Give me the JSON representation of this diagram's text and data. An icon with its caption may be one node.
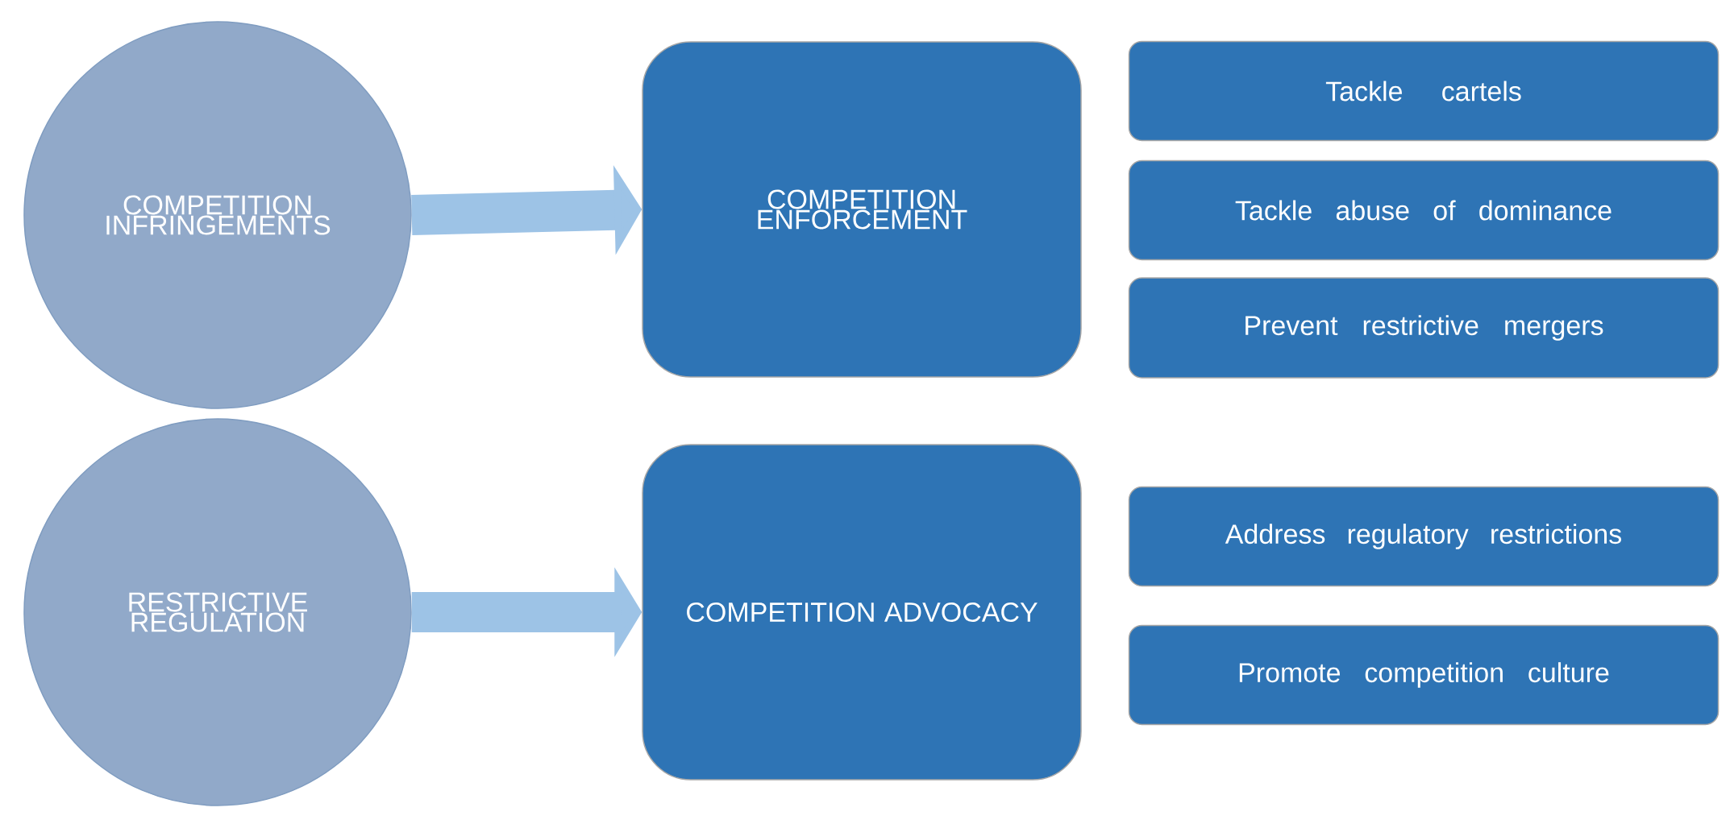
{
  "diagram": {
    "nodes": [
      {
        "text": [
          "COMPETITION INFRINGEMENTS"
        ]
      },
      {
        "text": [
          "COMPETITION ENFORCEMENT"
        ]
      },
      {
        "text": [
          "Tackle cartels"
        ]
      },
      {
        "text": [
          "Tackle abuse of dominance"
        ]
      },
      {
        "text": [
          "Prevent restrictive mergers"
        ]
      },
      {
        "text": [
          "RESTRICTIVE REGULATION"
        ]
      },
      {
        "text": [
          "COMPETITION ADVOCACY"
        ]
      },
      {
        "text": [
          "Address regulatory restrictions"
        ]
      },
      {
        "text": [
          "Promote competition culture"
        ]
      }
    ],
    "edges": [
      {
        "from": 0,
        "to": 1,
        "arrow": "to"
      },
      {
        "from": 5,
        "to": 6,
        "arrow": "to"
      }
    ]
  }
}
